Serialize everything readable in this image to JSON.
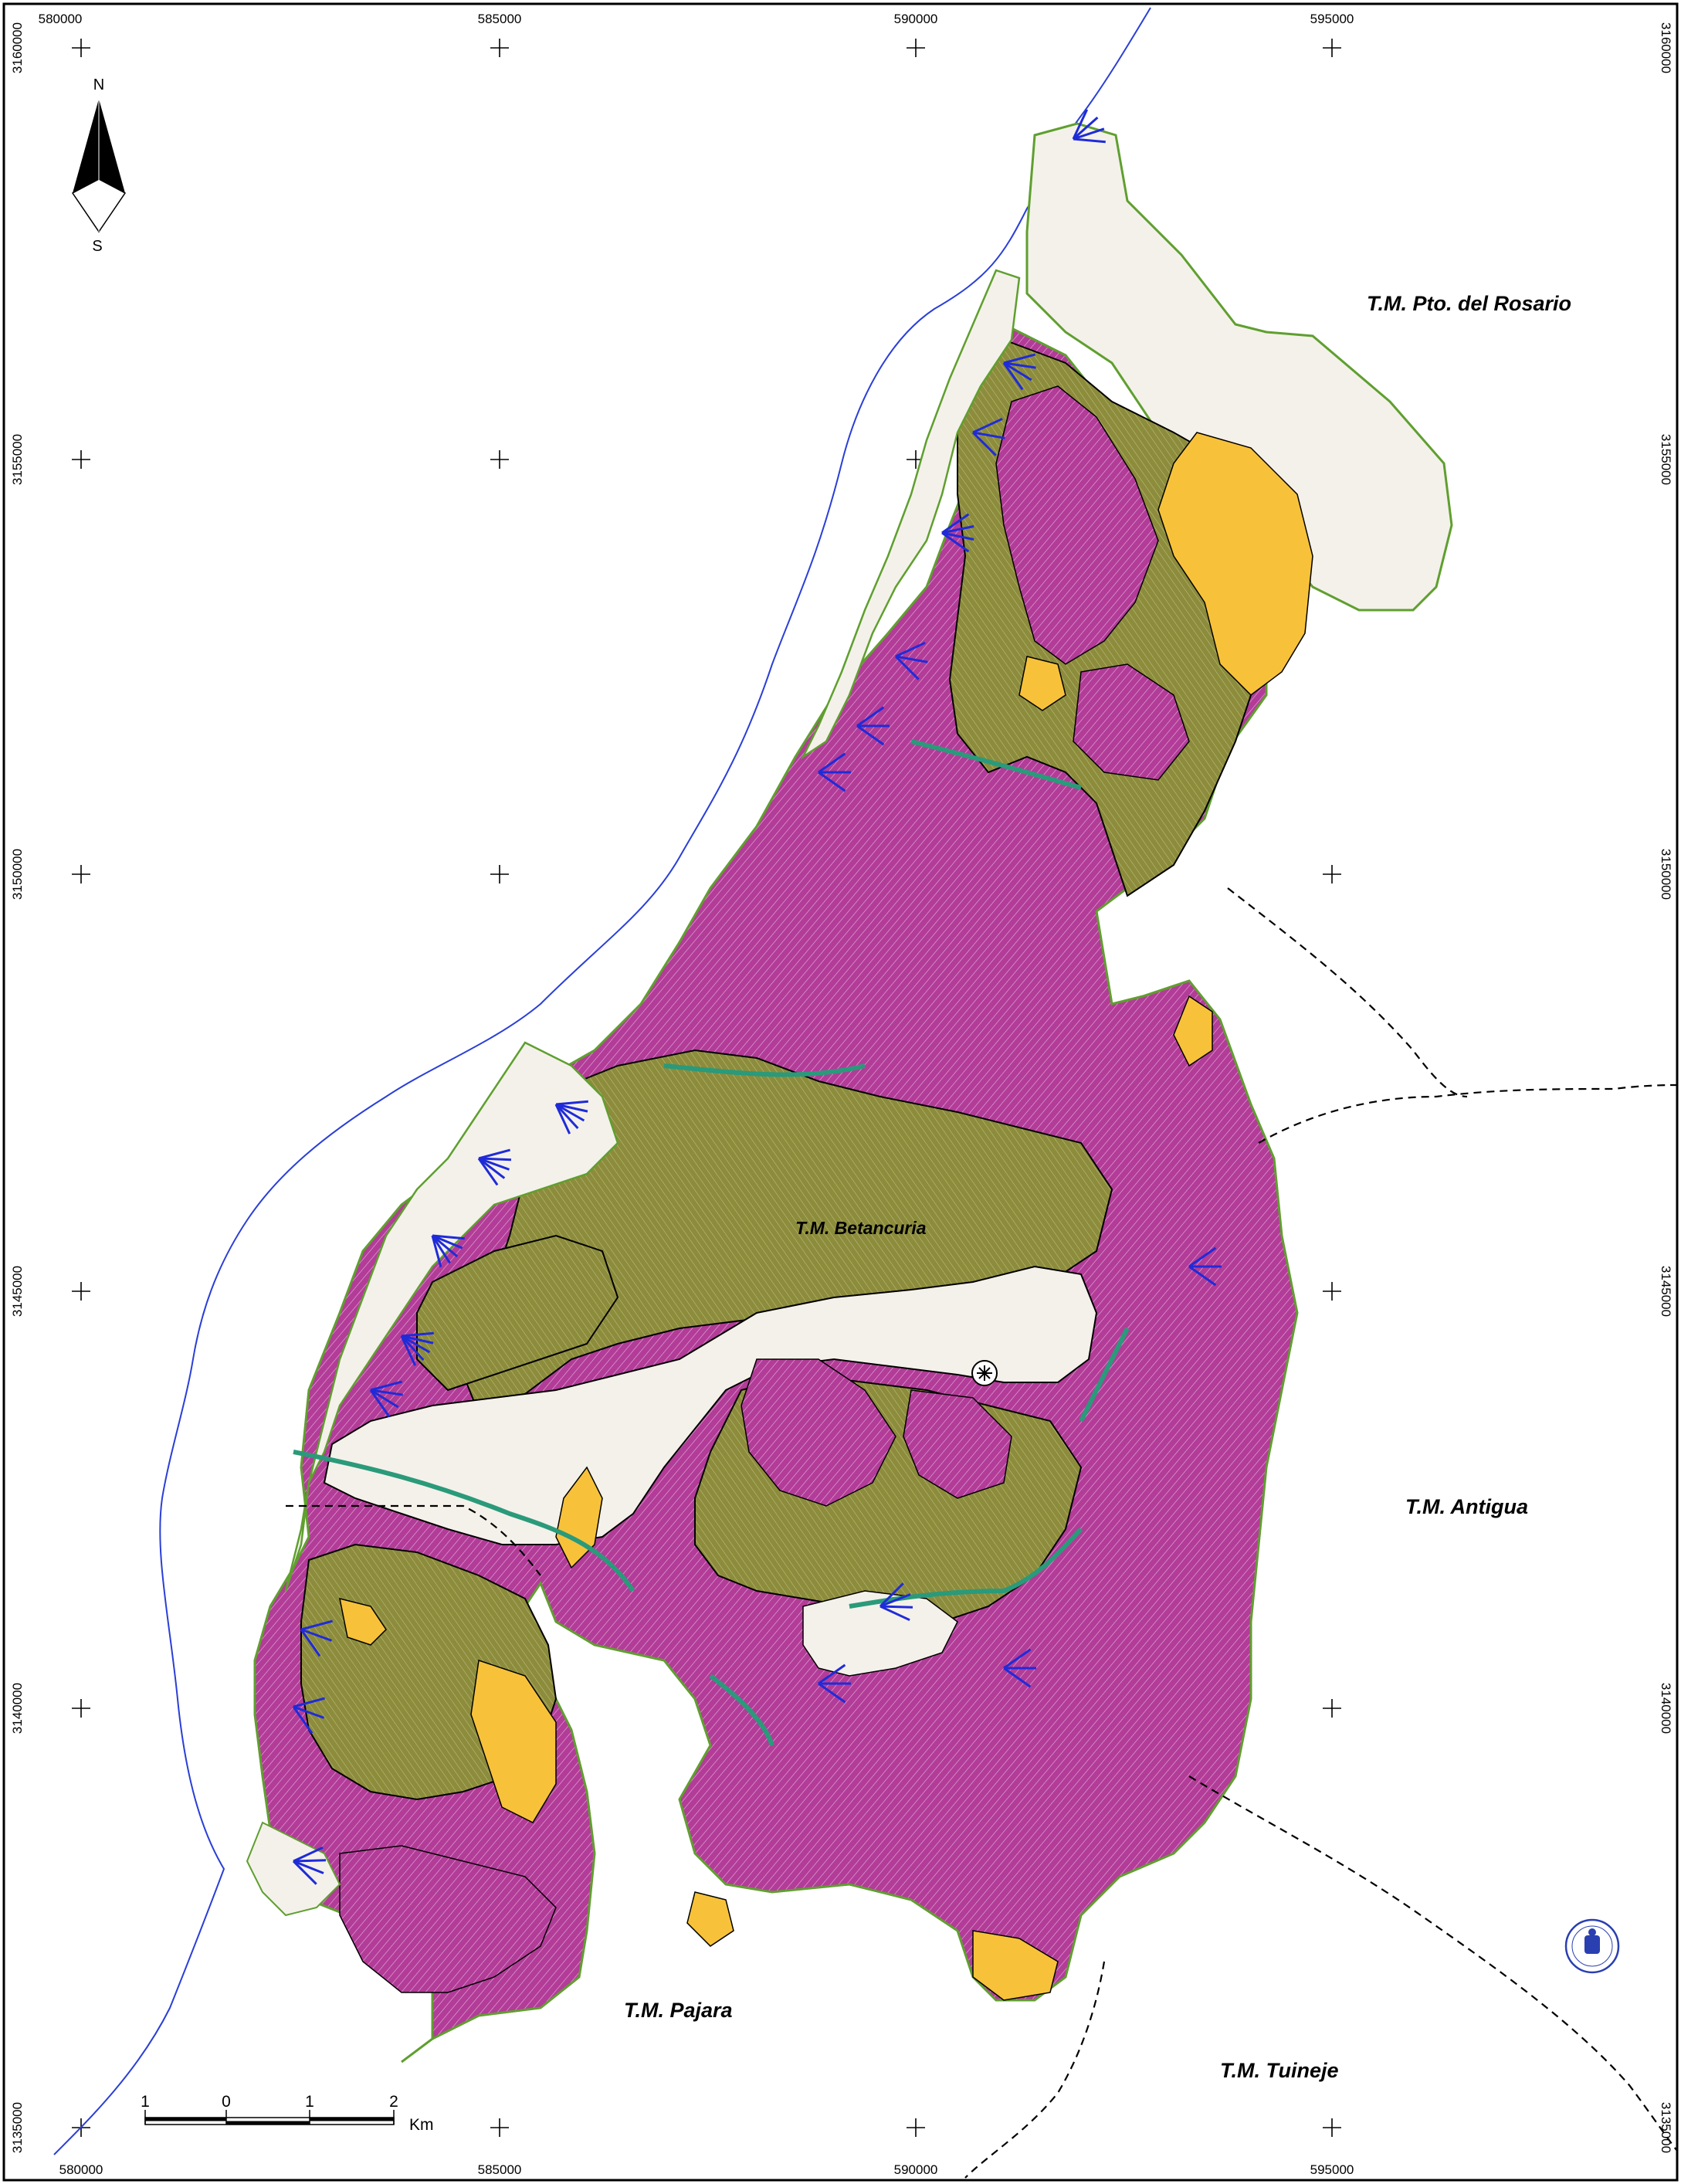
{
  "map": {
    "coords_top": [
      "580000",
      "585000",
      "590000",
      "595000"
    ],
    "coords_bottom": [
      "580000",
      "585000",
      "590000",
      "595000"
    ],
    "coords_left": [
      "3160000",
      "3155000",
      "3150000",
      "3145000",
      "3140000",
      "3135000"
    ],
    "coords_right": [
      "3160000",
      "3155000",
      "3150000",
      "3145000",
      "3140000",
      "3135000"
    ],
    "place_labels": {
      "rosario": "T.M. Pto. del Rosario",
      "betancuria": "T.M. Betancuria",
      "antigua": "T.M. Antigua",
      "pajara": "T.M. Pajara",
      "tuineje": "T.M. Tuineje"
    },
    "north_arrow": {
      "n": "N",
      "s": "S"
    },
    "scale_bar": {
      "ticks": [
        "1",
        "0",
        "1",
        "2"
      ],
      "unit": "Km"
    },
    "logo_icon": "canarias-seal-icon",
    "colors": {
      "magenta": "#b23c98",
      "olive": "#8c8c3c",
      "yellow": "#f7c23a",
      "boundary": "#5f9f2f",
      "river": "#2a3fd6",
      "teal": "#2a9a7a",
      "blue_arrows": "#1f2bd8"
    }
  }
}
